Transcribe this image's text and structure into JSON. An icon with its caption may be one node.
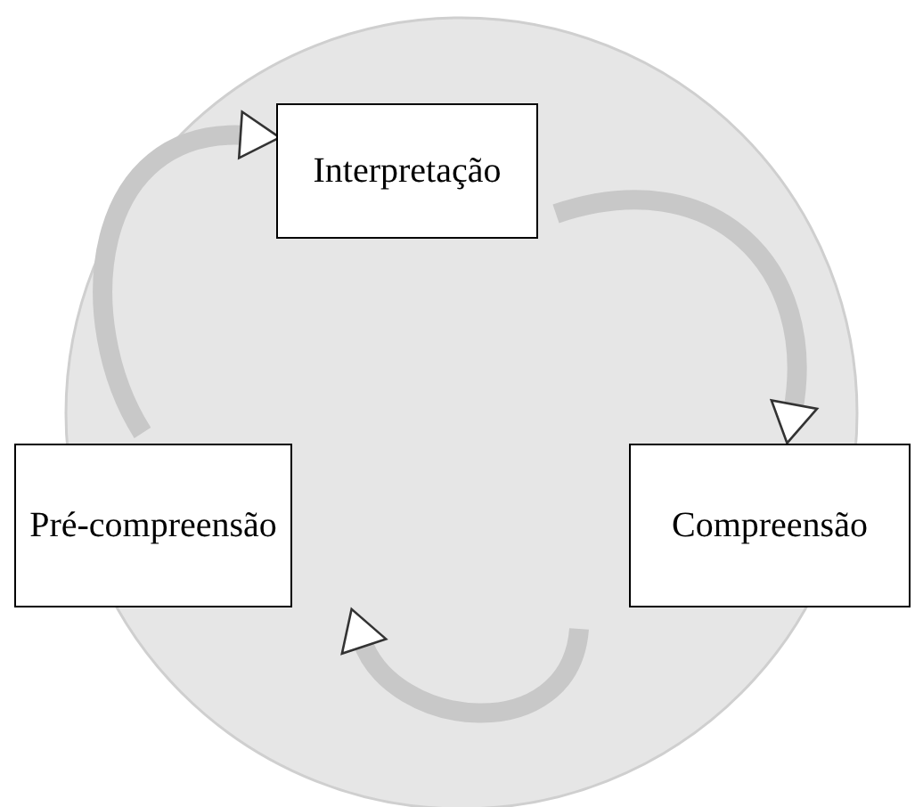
{
  "diagram": {
    "nodes": [
      {
        "text": [
          "Interpretação"
        ]
      },
      {
        "text": [
          "Pré-compreensão"
        ]
      },
      {
        "text": [
          "Compreensão"
        ]
      }
    ],
    "edges": [
      {
        "from": 1,
        "to": 0,
        "arrow": "to"
      },
      {
        "from": 0,
        "to": 2,
        "arrow": "to"
      },
      {
        "from": 2,
        "to": 1,
        "arrow": "to"
      }
    ]
  }
}
